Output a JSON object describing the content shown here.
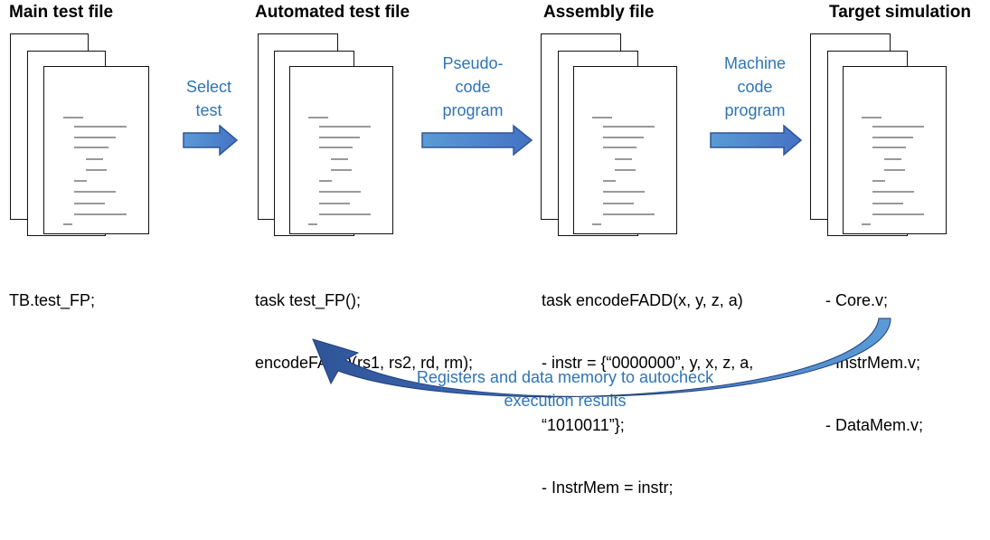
{
  "stages": [
    {
      "title": "Main test file",
      "content": [
        "TB.test_FP;"
      ]
    },
    {
      "title": "Automated test file",
      "content": [
        "task test_FP();",
        "encodeFADD(rs1, rs2, rd, rm);"
      ]
    },
    {
      "title": "Assembly file",
      "content": [
        "task encodeFADD(x, y, z, a)",
        "- instr = {“0000000”, y, x, z, a,",
        "“1010011”};",
        "- InstrMem = instr;"
      ]
    },
    {
      "title": "Target simulation",
      "content": [
        "- Core.v;",
        "- InstrMem.v;",
        "- DataMem.v;"
      ]
    }
  ],
  "arrows": [
    {
      "label_lines": [
        "Select",
        "test"
      ]
    },
    {
      "label_lines": [
        "Pseudo-",
        "code",
        "program"
      ]
    },
    {
      "label_lines": [
        "Machine",
        "code",
        "program"
      ]
    }
  ],
  "feedback": {
    "label_lines": [
      "Registers and data memory to autocheck",
      "execution results"
    ]
  },
  "colors": {
    "arrow": "#4472c4",
    "arrow_dark": "#2f5597",
    "label": "#2e75b6"
  }
}
